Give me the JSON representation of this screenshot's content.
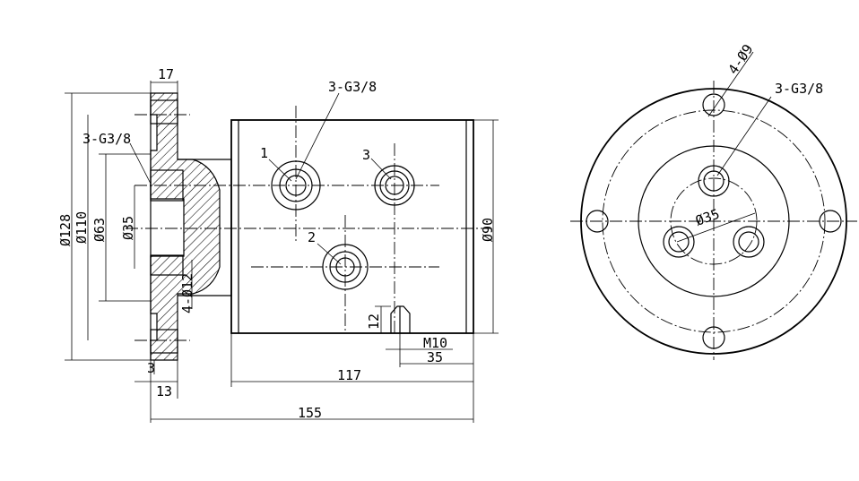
{
  "diagram": {
    "left_view": {
      "dims_horizontal": {
        "flange_thickness": "17",
        "wall": "3",
        "hub": "13",
        "body_length": "117",
        "overall_length": "155",
        "thread_offset": "35"
      },
      "dims_vertical": {
        "outer_diameter": "Ø128",
        "bolt_circle": "Ø110",
        "spigot": "Ø63",
        "bore": "Ø35",
        "body_diameter": "Ø90",
        "flange_holes": "4-Ø12",
        "pin_height": "12"
      },
      "port_callout": "3-G3/8",
      "flange_port_callout": "3-G3/8",
      "port_numbers": [
        "1",
        "2",
        "3"
      ],
      "pin_thread": "M10"
    },
    "right_view": {
      "holes_callout": "4-Ø9",
      "port_callout": "3-G3/8",
      "port_circle": "Ø35"
    }
  }
}
